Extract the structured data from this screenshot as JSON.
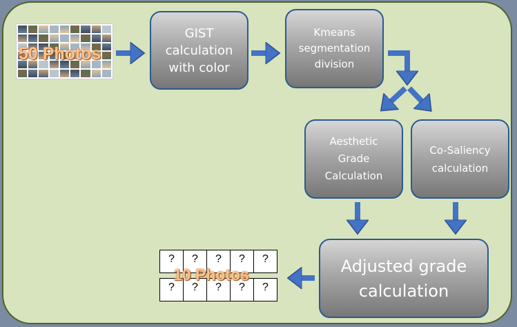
{
  "nodes": {
    "input_photos": {
      "label": "50 Photos"
    },
    "gist": {
      "lines": [
        "GIST",
        "calculation",
        "with color"
      ]
    },
    "kmeans": {
      "lines": [
        "Kmeans",
        "segmentation",
        "division"
      ]
    },
    "aesthetic": {
      "lines": [
        "Aesthetic",
        "Grade",
        "Calculation"
      ]
    },
    "cosaliency": {
      "lines": [
        "Co-Saliency",
        "calculation"
      ]
    },
    "adjusted": {
      "lines": [
        "Adjusted grade",
        "calculation"
      ]
    },
    "output_photos": {
      "label": "10 Photos",
      "cell_mark": "?",
      "cells": [
        "?",
        "?",
        "?",
        "?",
        "?",
        "?",
        "?",
        "?",
        "?",
        "?"
      ]
    }
  },
  "colors": {
    "panel_fill": "#d7e4bd",
    "panel_border": "#4f6228",
    "background": "#7a8ba2",
    "arrow": "#4472c4",
    "box_border": "#2a5a8f",
    "label_orange": "#fac090"
  },
  "edges": [
    [
      "input_photos",
      "gist"
    ],
    [
      "gist",
      "kmeans"
    ],
    [
      "kmeans",
      "aesthetic"
    ],
    [
      "kmeans",
      "cosaliency"
    ],
    [
      "aesthetic",
      "adjusted"
    ],
    [
      "cosaliency",
      "adjusted"
    ],
    [
      "adjusted",
      "output_photos"
    ]
  ]
}
